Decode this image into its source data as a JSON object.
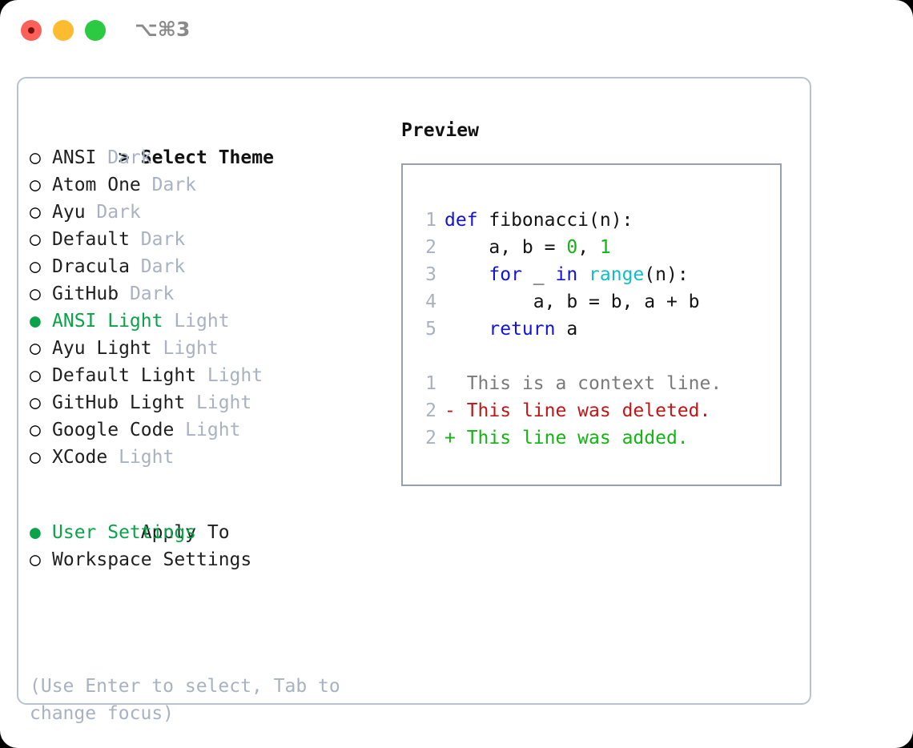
{
  "window": {
    "title": "⌥⌘3",
    "traffic_lights": [
      {
        "name": "close",
        "color": "#fc6058",
        "recording": true
      },
      {
        "name": "minimize",
        "color": "#fdbc2f",
        "recording": false
      },
      {
        "name": "maximize",
        "color": "#2bca42",
        "recording": false
      }
    ]
  },
  "theme_list": {
    "header": {
      "marker": ">",
      "label": "Select Theme"
    },
    "items": [
      {
        "marker": "○",
        "label": "ANSI",
        "variant": "Dark",
        "selected": false
      },
      {
        "marker": "○",
        "label": "Atom One",
        "variant": "Dark",
        "selected": false
      },
      {
        "marker": "○",
        "label": "Ayu",
        "variant": "Dark",
        "selected": false
      },
      {
        "marker": "○",
        "label": "Default",
        "variant": "Dark",
        "selected": false
      },
      {
        "marker": "○",
        "label": "Dracula",
        "variant": "Dark",
        "selected": false
      },
      {
        "marker": "○",
        "label": "GitHub",
        "variant": "Dark",
        "selected": false
      },
      {
        "marker": "●",
        "label": "ANSI Light",
        "variant": "Light",
        "selected": true
      },
      {
        "marker": "○",
        "label": "Ayu Light",
        "variant": "Light",
        "selected": false
      },
      {
        "marker": "○",
        "label": "Default Light",
        "variant": "Light",
        "selected": false
      },
      {
        "marker": "○",
        "label": "GitHub Light",
        "variant": "Light",
        "selected": false
      },
      {
        "marker": "○",
        "label": "Google Code",
        "variant": "Light",
        "selected": false
      },
      {
        "marker": "○",
        "label": "XCode",
        "variant": "Light",
        "selected": false
      }
    ]
  },
  "apply_to": {
    "header": {
      "marker": " ",
      "label": "Apply To"
    },
    "items": [
      {
        "marker": "●",
        "label": "User Settings",
        "selected": true
      },
      {
        "marker": "○",
        "label": "Workspace Settings",
        "selected": false
      }
    ]
  },
  "hint": "(Use Enter to select, Tab to change focus)",
  "preview": {
    "title": "Preview",
    "code_lines": [
      {
        "num": "1",
        "segments": [
          {
            "text": "def ",
            "style": "kw"
          },
          {
            "text": "fibonacci(n):",
            "style": "txt"
          }
        ]
      },
      {
        "num": "2",
        "segments": [
          {
            "text": "    a, b = ",
            "style": "txt"
          },
          {
            "text": "0",
            "style": "num"
          },
          {
            "text": ", ",
            "style": "txt"
          },
          {
            "text": "1",
            "style": "num"
          }
        ]
      },
      {
        "num": "3",
        "segments": [
          {
            "text": "    ",
            "style": "txt"
          },
          {
            "text": "for",
            "style": "kw"
          },
          {
            "text": " _ ",
            "style": "txt"
          },
          {
            "text": "in",
            "style": "kw"
          },
          {
            "text": " ",
            "style": "txt"
          },
          {
            "text": "range",
            "style": "fn"
          },
          {
            "text": "(n):",
            "style": "txt"
          }
        ]
      },
      {
        "num": "4",
        "segments": [
          {
            "text": "        a, b = b, a + b",
            "style": "txt"
          }
        ]
      },
      {
        "num": "5",
        "segments": [
          {
            "text": "    ",
            "style": "txt"
          },
          {
            "text": "return",
            "style": "kw"
          },
          {
            "text": " a",
            "style": "txt"
          }
        ]
      }
    ],
    "diff_lines": [
      {
        "num": "1",
        "marker": "  ",
        "text": "This is a context line.",
        "style": "ctx"
      },
      {
        "num": "2",
        "marker": "- ",
        "text": "This line was deleted.",
        "style": "del"
      },
      {
        "num": "2",
        "marker": "+ ",
        "text": "This line was added.",
        "style": "add"
      }
    ]
  },
  "colors": {
    "accent_green": "#0aa349",
    "muted": "#a8b2c2",
    "border": "#b9c2ce",
    "preview_border": "#95a1b3",
    "keyword": "#1212e0",
    "function": "#13bcc8",
    "number": "#12b512",
    "diff_deleted": "#c21515",
    "diff_added": "#12b512",
    "diff_context": "#7a7a7a"
  }
}
